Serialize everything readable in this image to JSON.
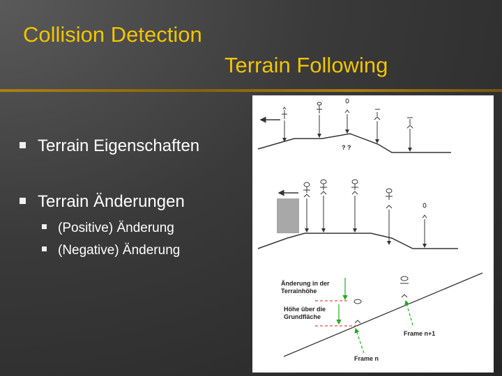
{
  "slide": {
    "title_line1": "Collision Detection",
    "title_line2": "Terrain Following",
    "bullets": [
      {
        "text": "Terrain Eigenschaften"
      },
      {
        "text": "Terrain Änderungen",
        "sub": [
          "(Positive) Änderung",
          "(Negative) Änderung"
        ]
      }
    ],
    "colors": {
      "title": "#f2c400",
      "text": "#ffffff",
      "arrow_green": "#22aa22",
      "dashed_red": "#cc2222",
      "obstacle": "#a8a8a8"
    }
  },
  "figure": {
    "question_marks": "? ?",
    "label_change_1": "Änderung in der",
    "label_change_2": "Terrainhöhe",
    "label_height_1": "Höhe über die",
    "label_height_2": "Grundfläche",
    "label_frame_n1": "Frame n+1",
    "label_frame_n": "Frame n"
  }
}
